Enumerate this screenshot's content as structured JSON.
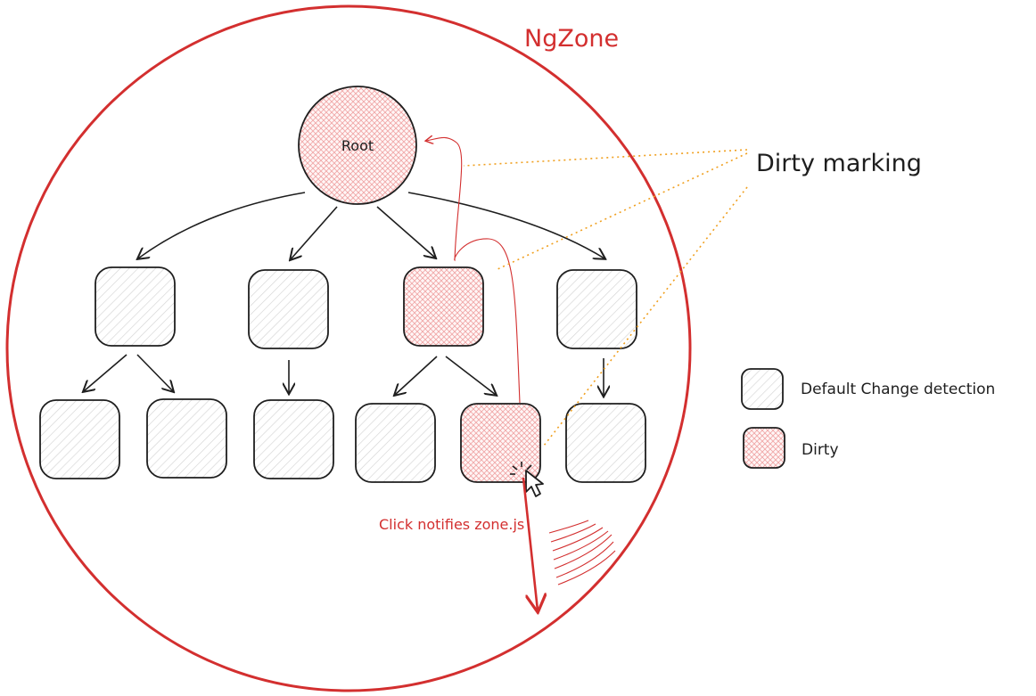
{
  "zone_label": "NgZone",
  "root_label": "Root",
  "annotation_dirty_marking": "Dirty marking",
  "click_label": "Click notifies zone.js",
  "legend": {
    "default_label": "Default Change detection",
    "dirty_label": "Dirty"
  },
  "colors": {
    "zone_outline": "#d32f2f",
    "dirty_fill": "#f7c6c6",
    "default_fill": "#d9d9d9",
    "dotted_annotation": "#f0a020",
    "stroke": "#1e1e1e"
  }
}
